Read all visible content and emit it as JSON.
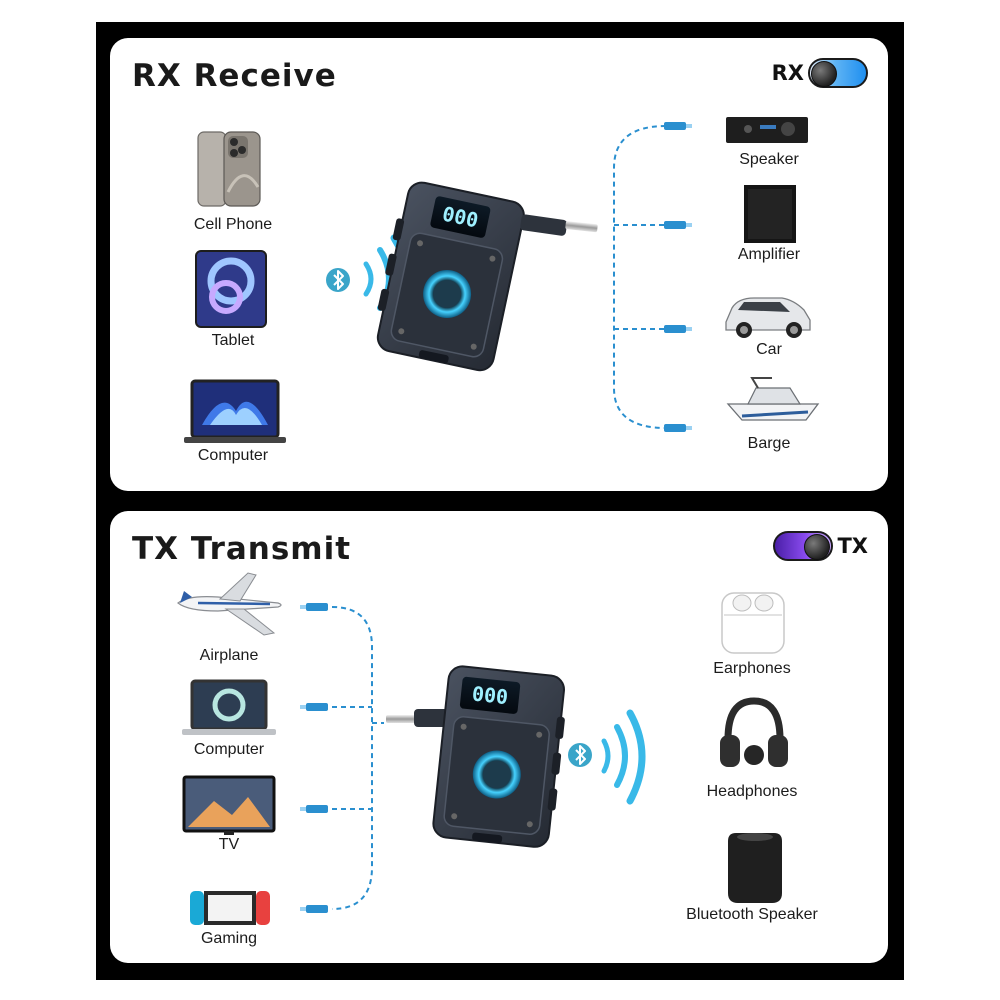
{
  "rx": {
    "title": "RX  Receive",
    "toggle_label": "RX",
    "sources": [
      {
        "label": "Cell Phone",
        "icon": "cell-phone-icon"
      },
      {
        "label": "Tablet",
        "icon": "tablet-icon"
      },
      {
        "label": "Computer",
        "icon": "laptop-icon"
      }
    ],
    "outputs": [
      {
        "label": "Speaker",
        "icon": "receiver-icon"
      },
      {
        "label": "Amplifier",
        "icon": "amplifier-icon"
      },
      {
        "label": "Car",
        "icon": "car-icon"
      },
      {
        "label": "Barge",
        "icon": "boat-icon"
      }
    ]
  },
  "tx": {
    "title": "TX  Transmit",
    "toggle_label": "TX",
    "sources": [
      {
        "label": "Airplane",
        "icon": "airplane-icon"
      },
      {
        "label": "Computer",
        "icon": "laptop-icon"
      },
      {
        "label": "TV",
        "icon": "tv-icon"
      },
      {
        "label": "Gaming",
        "icon": "game-console-icon"
      }
    ],
    "outputs": [
      {
        "label": "Earphones",
        "icon": "earphones-icon"
      },
      {
        "label": "Headphones",
        "icon": "headphones-icon"
      },
      {
        "label": "Bluetooth Speaker",
        "icon": "smart-speaker-icon"
      }
    ]
  },
  "colors": {
    "frame": "#000000",
    "accent_blue": "#1e90d8",
    "glow_cyan": "#5fd6ff",
    "device_body": "#3b4350"
  }
}
